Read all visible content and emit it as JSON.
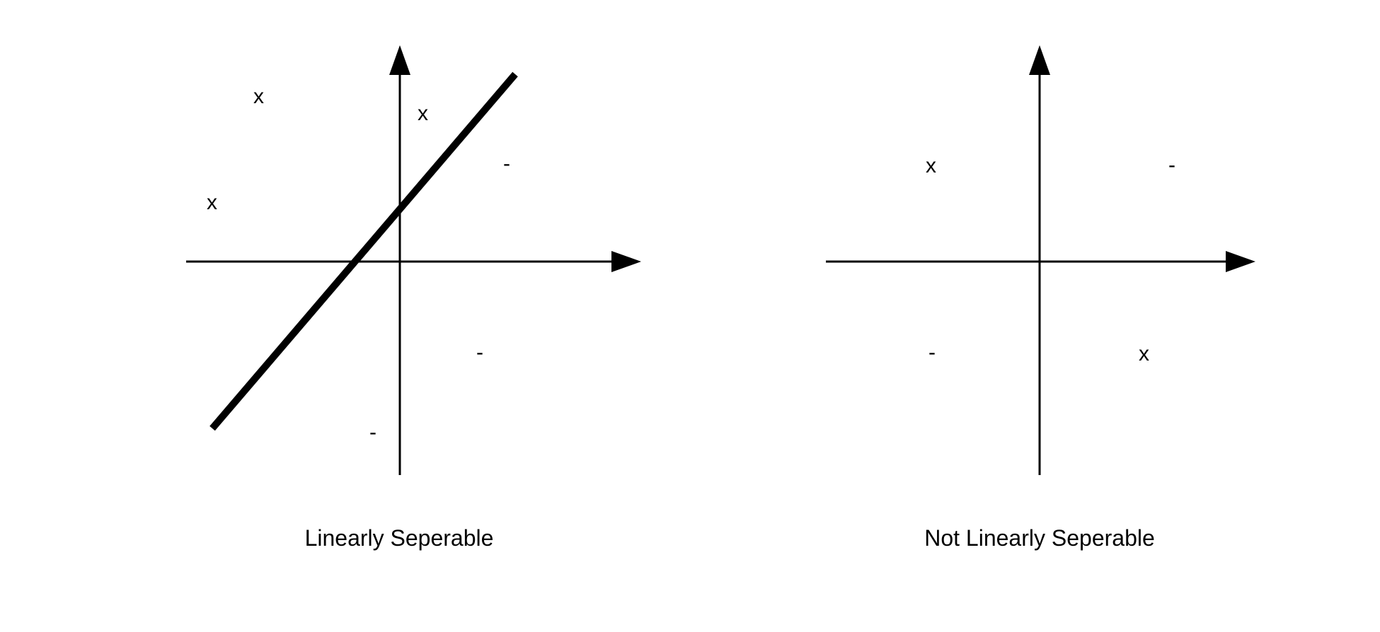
{
  "colors": {
    "ink": "#000000",
    "background": "#ffffff"
  },
  "left_panel": {
    "caption": "Linearly Seperable",
    "x_marker": "x",
    "minus_marker": "-"
  },
  "right_panel": {
    "caption": "Not Linearly Seperable",
    "x_marker": "x",
    "minus_marker": "-"
  }
}
